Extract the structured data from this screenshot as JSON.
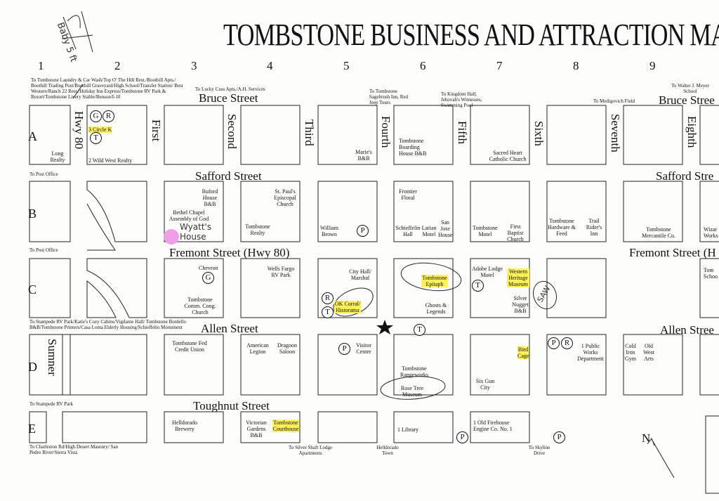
{
  "title": "TOMBSTONE BUSINESS AND ATTRACTION MAP",
  "columns": [
    "1",
    "2",
    "3",
    "4",
    "5",
    "6",
    "7",
    "8",
    "9"
  ],
  "rows": [
    "A",
    "B",
    "C",
    "D",
    "E"
  ],
  "streets": {
    "bruce": "Bruce Street",
    "bruce_right": "Bruce Stree",
    "safford": "Safford Street",
    "safford_right": "Safford Stre",
    "fremont": "Fremont Street (Hwy 80)",
    "fremont_right": "Fremont Street (H",
    "allen": "Allen Street",
    "allen_right": "Allen Stree",
    "toughnut": "Toughnut Street",
    "hwy80": "Hwy 80",
    "first": "First",
    "second": "Second",
    "third": "Third",
    "fourth": "Fourth",
    "fifth": "Fifth",
    "sixth": "Sixth",
    "seventh": "Seventh",
    "eighth": "Eighth",
    "sumner": "Sumner"
  },
  "notes": {
    "top_left": "To Tombstone Laundry & Car Wash/Top O' The Hill Rest./Boothill Apts./ Boothill Trading Post/Boothill Graveyard/High School/Transfer Station/ Best Western/Ranch 22 Rest./Holiday Inn Express/Tombstone RV Park & Resort/Tombstone Livery Stable/Benson/I-10",
    "lucky_cuss": "To Lucky Cuss Apts./A.H. Services",
    "sagebrush": "To Tombstone Sagebrush Inn, Red Jeep Tours",
    "kingdom_hall": "To Kingdom Hall, Jehovah's Witnesses, Swimming Pool",
    "medigovich": "To Medigovich Field",
    "meyer": "To Walter J. Meyer School",
    "post_office_1": "To Post Office",
    "post_office_2": "To Post Office",
    "stampede_long": "To Stampede RV Park/Katie's Cozy Cabins/Vigilante Hall/ Tombstone Bordello B&B/Tombstone Printers/Casa Loma Elderly Housing/Schieffelin Monument",
    "stampede_short": "To Stampede RV Park",
    "charleston": "To Charleston Rd/High Desert Masonry/ San Pedro River/Sierra Vista",
    "silver_shaft": "To Silver Shaft Lodge Apartments",
    "helldorado_town": "Helldorado Town",
    "skyline": "To Skyline Drive",
    "north": "N"
  },
  "places": {
    "circle_k": "3 Circle K",
    "long_realty": "Long Realty",
    "wild_west_realty": "2 Wild West Realty",
    "maries": "Marie's B&B",
    "boarding_house": "Tombstone Boarding House B&B",
    "sacred_heart": "Sacred Heart Catholic Church",
    "buford": "Buford House B&B",
    "bethel": "Bethel Chapel Assembly of God",
    "st_pauls": "St. Paul's Episcopal Church",
    "tombstone_realty": "Tombstone Realty",
    "william_brown": "William Brown",
    "frontier_floral": "Frontier Floral",
    "schieffelin_hall": "Schieffelin Hall",
    "larian_motel": "Larian Motel",
    "san_jose": "San Jose House",
    "tombstone_motel": "Tombstone Motel",
    "first_baptist": "First Baptist Church",
    "hardware": "Tombstone Hardware & Feed",
    "trail_riders": "Trail Rider's Inn",
    "mercantile": "Tombstone Mercantile Co.",
    "wizard": "Wizar Works",
    "chevron": "Chevron",
    "comm_cong": "Tombstone Comm. Cong. Church",
    "wells_fargo": "Wells Fargo RV Park",
    "city_hall": "City Hall/ Marshal",
    "ok_corral": "OK Corral/ Historama",
    "epitaph": "Tombstone Epitaph",
    "ghosts": "Ghosts & Legends",
    "adobe_lodge": "Adobe Lodge Motel",
    "western_heritage": "Western Heritage Museum",
    "silver_nugget": "Silver Nugget B&B",
    "school_right": "Tom Schoo",
    "fed_credit": "Tombstone Fed Credit Union",
    "american_legion": "American Legion",
    "dragoon_saloon": "Dragoon Saloon",
    "visitor_center": "Visitor Center",
    "rangeworks": "Tombstone Rangeworks",
    "rose_tree": "Rose Tree Museum",
    "six_gun": "Six Gun City",
    "bird_cage": "Bird Cage",
    "public_works": "1 Public Works Department",
    "cold_iron": "Cold Iron Gym",
    "old_west_arts": "Old West Arts",
    "helldorado_brewery": "Helldorado Brewery",
    "victorian_gardens": "Victorian Gardens B&B",
    "courthouse": "Tombstone Courthouse",
    "library": "1 Library",
    "firehouse": "1 Old Firehouse Engine Co. No. 1"
  },
  "handwriting": {
    "wyatts_house": "Wyatt's House",
    "saw": "SAW",
    "corner": "Baby 5 ft"
  },
  "symbols": {
    "grocery": "G",
    "restroom": "R",
    "parking": "P",
    "telephone": "T"
  },
  "colors": {
    "highlight": "#fff15a",
    "pink_dot": "#f09ee8",
    "ink": "#111111"
  }
}
